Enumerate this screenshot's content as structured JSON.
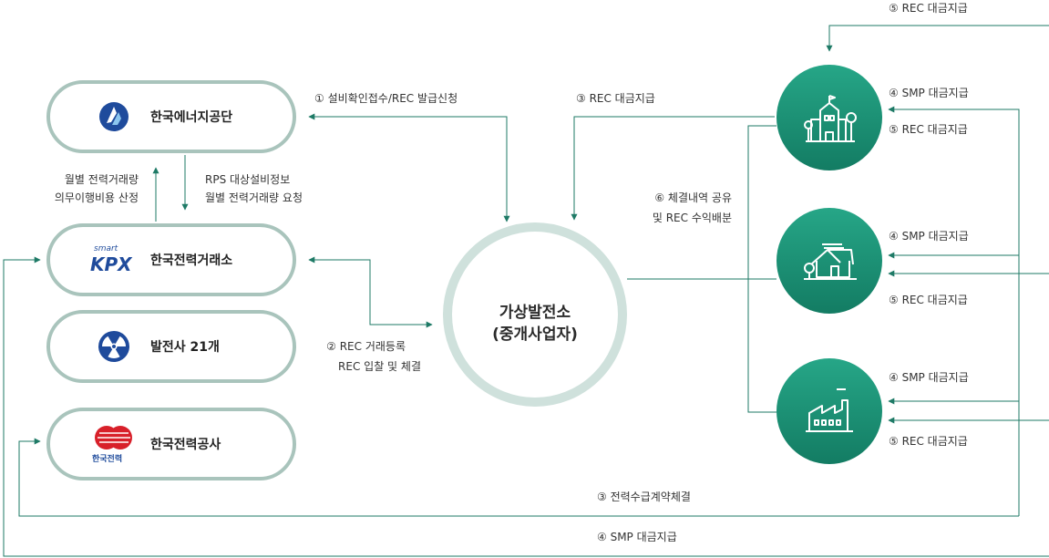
{
  "entities": {
    "energy_agency": "한국에너지공단",
    "kpx": "한국전력거래소",
    "kpx_logo_small": "smart",
    "kpx_logo_big": "KPX",
    "gencos": "발전사 21개",
    "kepco": "한국전력공사",
    "kepco_logo_text": "한국전력"
  },
  "center": {
    "line1": "가상발전소",
    "line2": "(중개사업자)"
  },
  "labels": {
    "step1": "① 설비확인접수/REC 발급신청",
    "step2_line1": "② REC 거래등록",
    "step2_line2": "REC 입찰 및 체결",
    "step3_rec": "③ REC 대금지급",
    "step6_line1": "⑥ 체결내역 공유",
    "step6_line2": "및 REC 수익배분",
    "left_up_line1": "월별 전력거래량",
    "left_up_line2": "의무이행비용 산정",
    "left_down_line1": "RPS 대상설비정보",
    "left_down_line2": "월별 전력거래량 요청",
    "top_rec": "⑤ REC 대금지급",
    "b1_smp": "④ SMP 대금지급",
    "b1_rec": "⑤ REC 대금지급",
    "b2_smp": "④ SMP 대금지급",
    "b2_rec": "⑤ REC 대금지급",
    "b3_smp": "④ SMP 대금지급",
    "b3_rec": "⑤ REC 대금지급",
    "bottom_contract": "③ 전력수급계약체결",
    "bottom_smp": "④ SMP 대금지급"
  },
  "icons": {
    "bubble1": "school-building-icon",
    "bubble2": "house-icon",
    "bubble3": "factory-icon"
  },
  "colors": {
    "line": "#1e7a66",
    "pill_border": "#a9c4bc",
    "center_ring": "#cfe1dc",
    "bubble_top": "#26a687",
    "bubble_bottom": "#137c63",
    "kepco_red": "#d8202a",
    "kpx_blue": "#1f4b9c"
  }
}
